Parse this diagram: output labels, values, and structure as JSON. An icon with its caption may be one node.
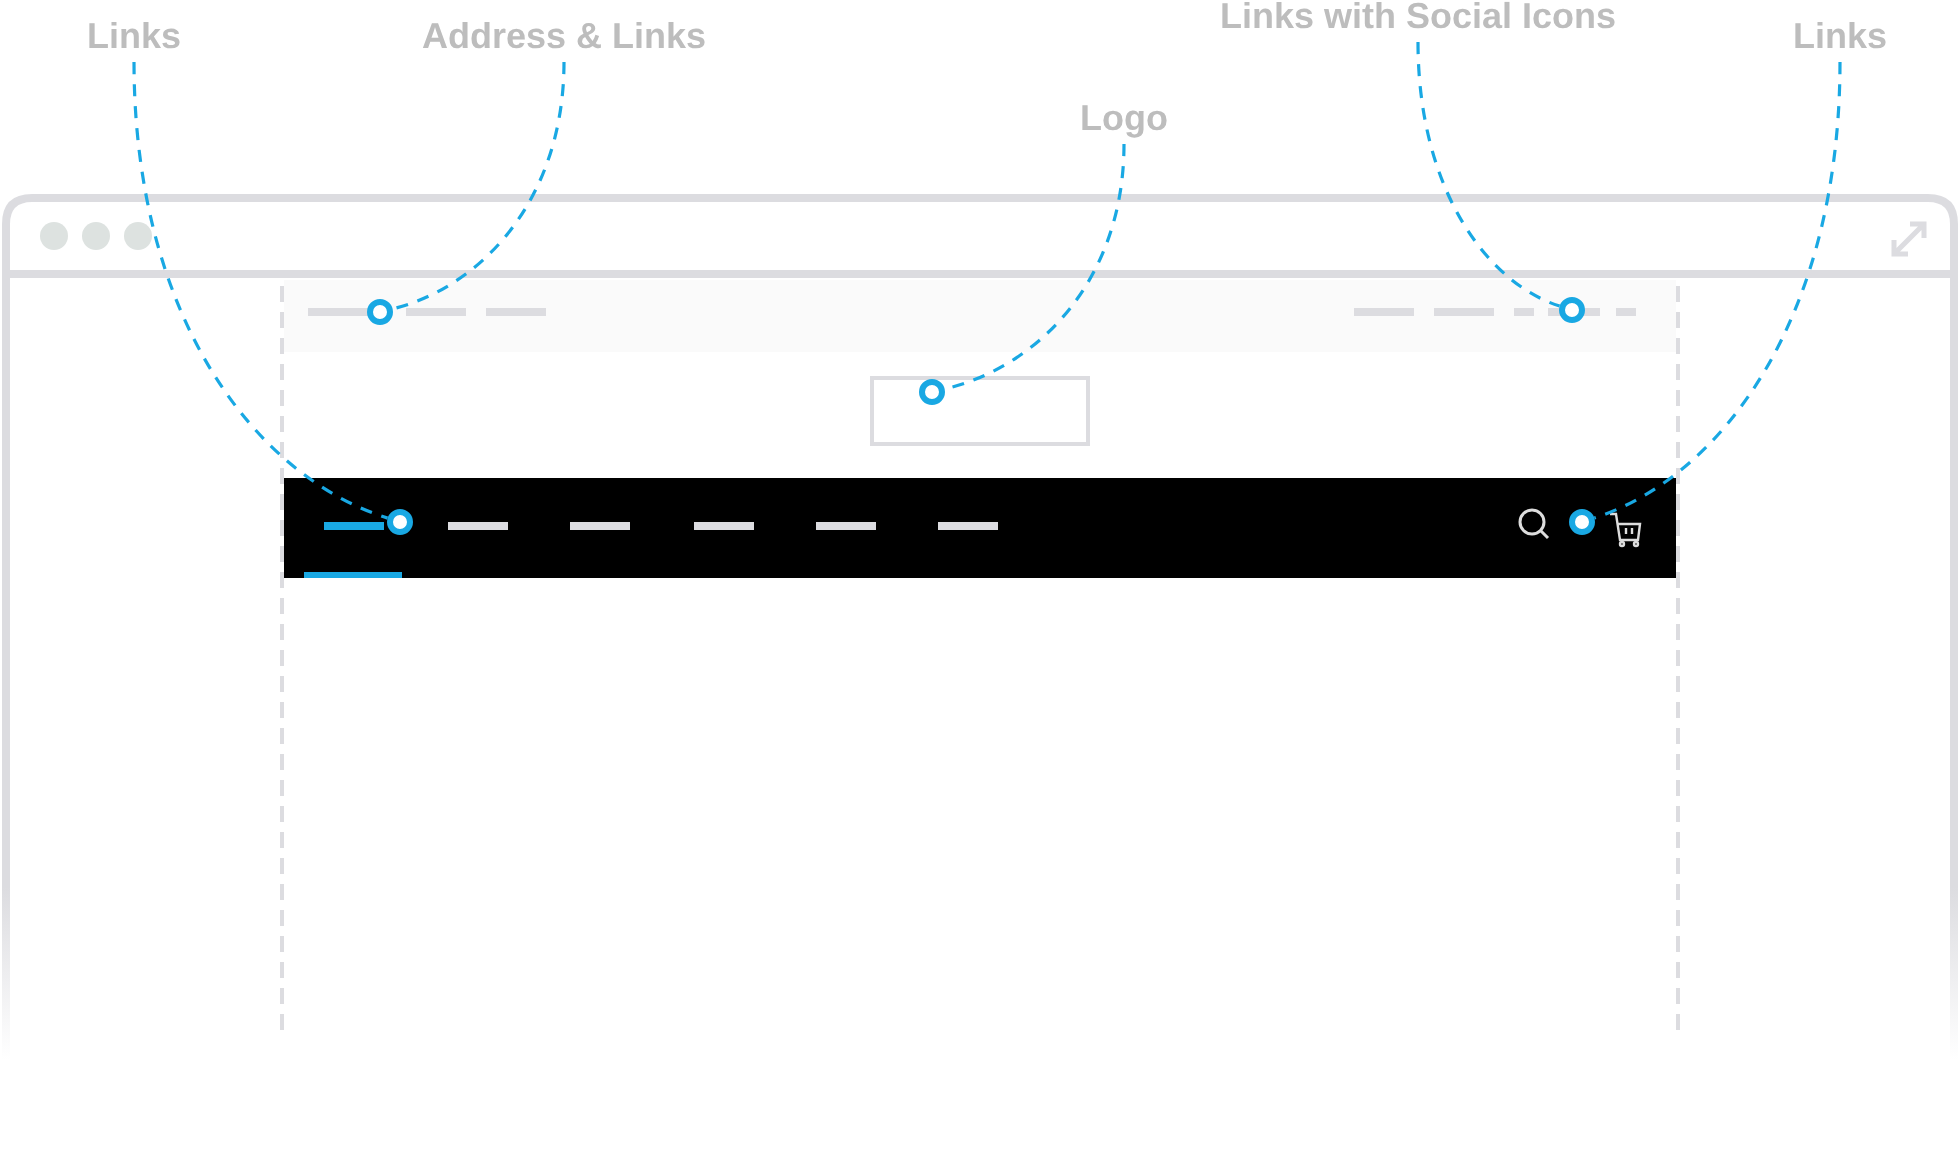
{
  "diagram": {
    "nodes": [
      {
        "text": [
          "Links"
        ]
      },
      {
        "text": [
          "Address & Links"
        ]
      },
      {
        "text": [
          "Logo"
        ]
      },
      {
        "text": [
          "Links with Social Icons"
        ]
      },
      {
        "text": [
          "Links"
        ]
      },
      {
        "text": [],
        "shape": "circle"
      },
      {
        "text": [],
        "shape": "circle"
      },
      {
        "text": [],
        "shape": "circle"
      },
      {
        "text": [],
        "shape": "circle"
      },
      {
        "text": [],
        "shape": "circle"
      }
    ],
    "edges": [
      {
        "from": 0,
        "to": 8,
        "arrow": "none",
        "style": "dashed"
      },
      {
        "from": 1,
        "to": 5,
        "arrow": "none",
        "style": "dashed"
      },
      {
        "from": 2,
        "to": 7,
        "arrow": "none",
        "style": "dashed"
      },
      {
        "from": 3,
        "to": 6,
        "arrow": "none",
        "style": "dashed"
      },
      {
        "from": 4,
        "to": 9,
        "arrow": "none",
        "style": "dashed"
      }
    ]
  }
}
